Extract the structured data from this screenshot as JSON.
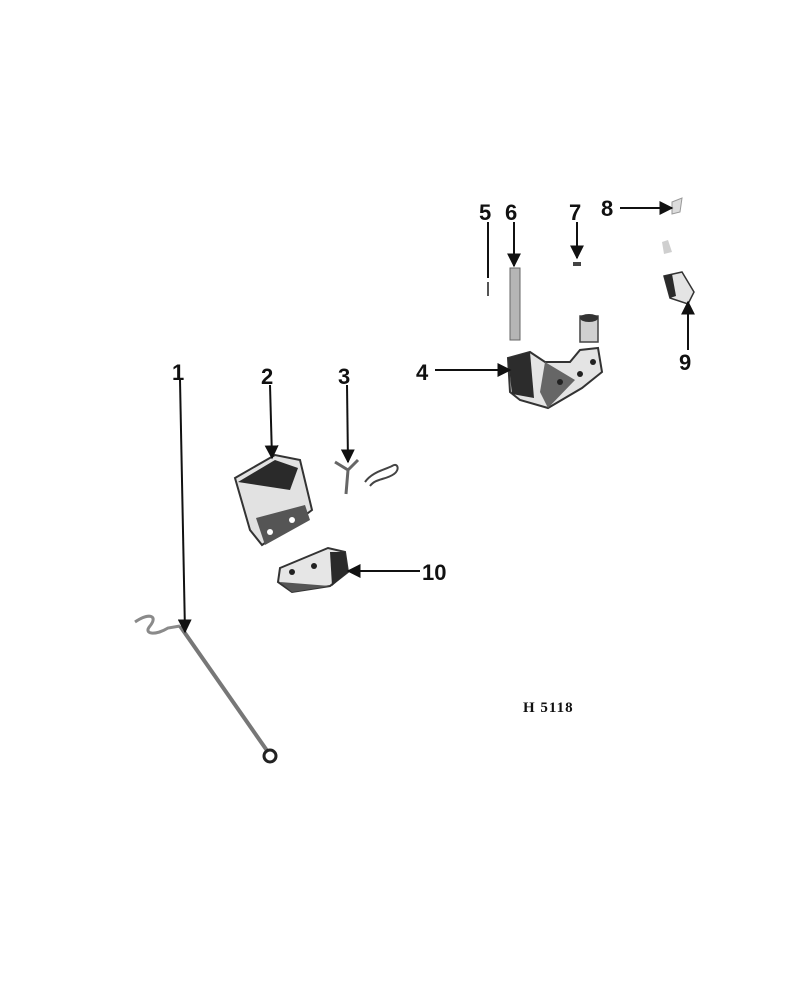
{
  "callouts": {
    "c1": "1",
    "c2": "2",
    "c3": "3",
    "c4": "4",
    "c5": "5",
    "c6": "6",
    "c7": "7",
    "c8": "8",
    "c9": "9",
    "c10": "10"
  },
  "drawing_code": "H 5118",
  "colors": {
    "ink": "#111111",
    "part_dark": "#2a2a2a",
    "part_mid": "#8a8a8a",
    "part_light": "#d8d8d8"
  }
}
